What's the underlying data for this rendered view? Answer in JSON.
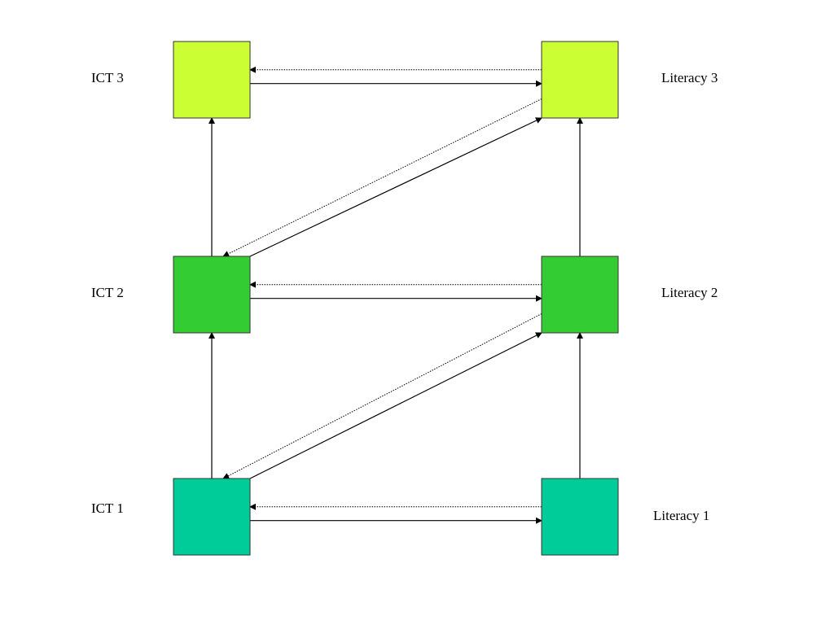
{
  "diagram": {
    "nodes": [
      {
        "id": "ict3",
        "label": "ICT 3",
        "color": "#ccff33"
      },
      {
        "id": "lit3",
        "label": "Literacy 3",
        "color": "#ccff33"
      },
      {
        "id": "ict2",
        "label": "ICT 2",
        "color": "#33cc33"
      },
      {
        "id": "lit2",
        "label": "Literacy 2",
        "color": "#33cc33"
      },
      {
        "id": "ict1",
        "label": "ICT 1",
        "color": "#00cc99"
      },
      {
        "id": "lit1",
        "label": "Literacy 1",
        "color": "#00cc99"
      }
    ],
    "edges": [
      {
        "from": "ict1",
        "to": "ict2",
        "style": "solid"
      },
      {
        "from": "ict2",
        "to": "ict3",
        "style": "solid"
      },
      {
        "from": "lit1",
        "to": "lit2",
        "style": "solid"
      },
      {
        "from": "lit2",
        "to": "lit3",
        "style": "solid"
      },
      {
        "from": "ict1",
        "to": "lit1",
        "style": "solid"
      },
      {
        "from": "lit1",
        "to": "ict1",
        "style": "dotted"
      },
      {
        "from": "ict2",
        "to": "lit2",
        "style": "solid"
      },
      {
        "from": "lit2",
        "to": "ict2",
        "style": "dotted"
      },
      {
        "from": "ict3",
        "to": "lit3",
        "style": "solid"
      },
      {
        "from": "lit3",
        "to": "ict3",
        "style": "dotted"
      },
      {
        "from": "ict1",
        "to": "lit2",
        "style": "solid"
      },
      {
        "from": "lit2",
        "to": "ict1",
        "style": "dotted"
      },
      {
        "from": "ict2",
        "to": "lit3",
        "style": "solid"
      },
      {
        "from": "lit3",
        "to": "ict2",
        "style": "dotted"
      }
    ]
  }
}
